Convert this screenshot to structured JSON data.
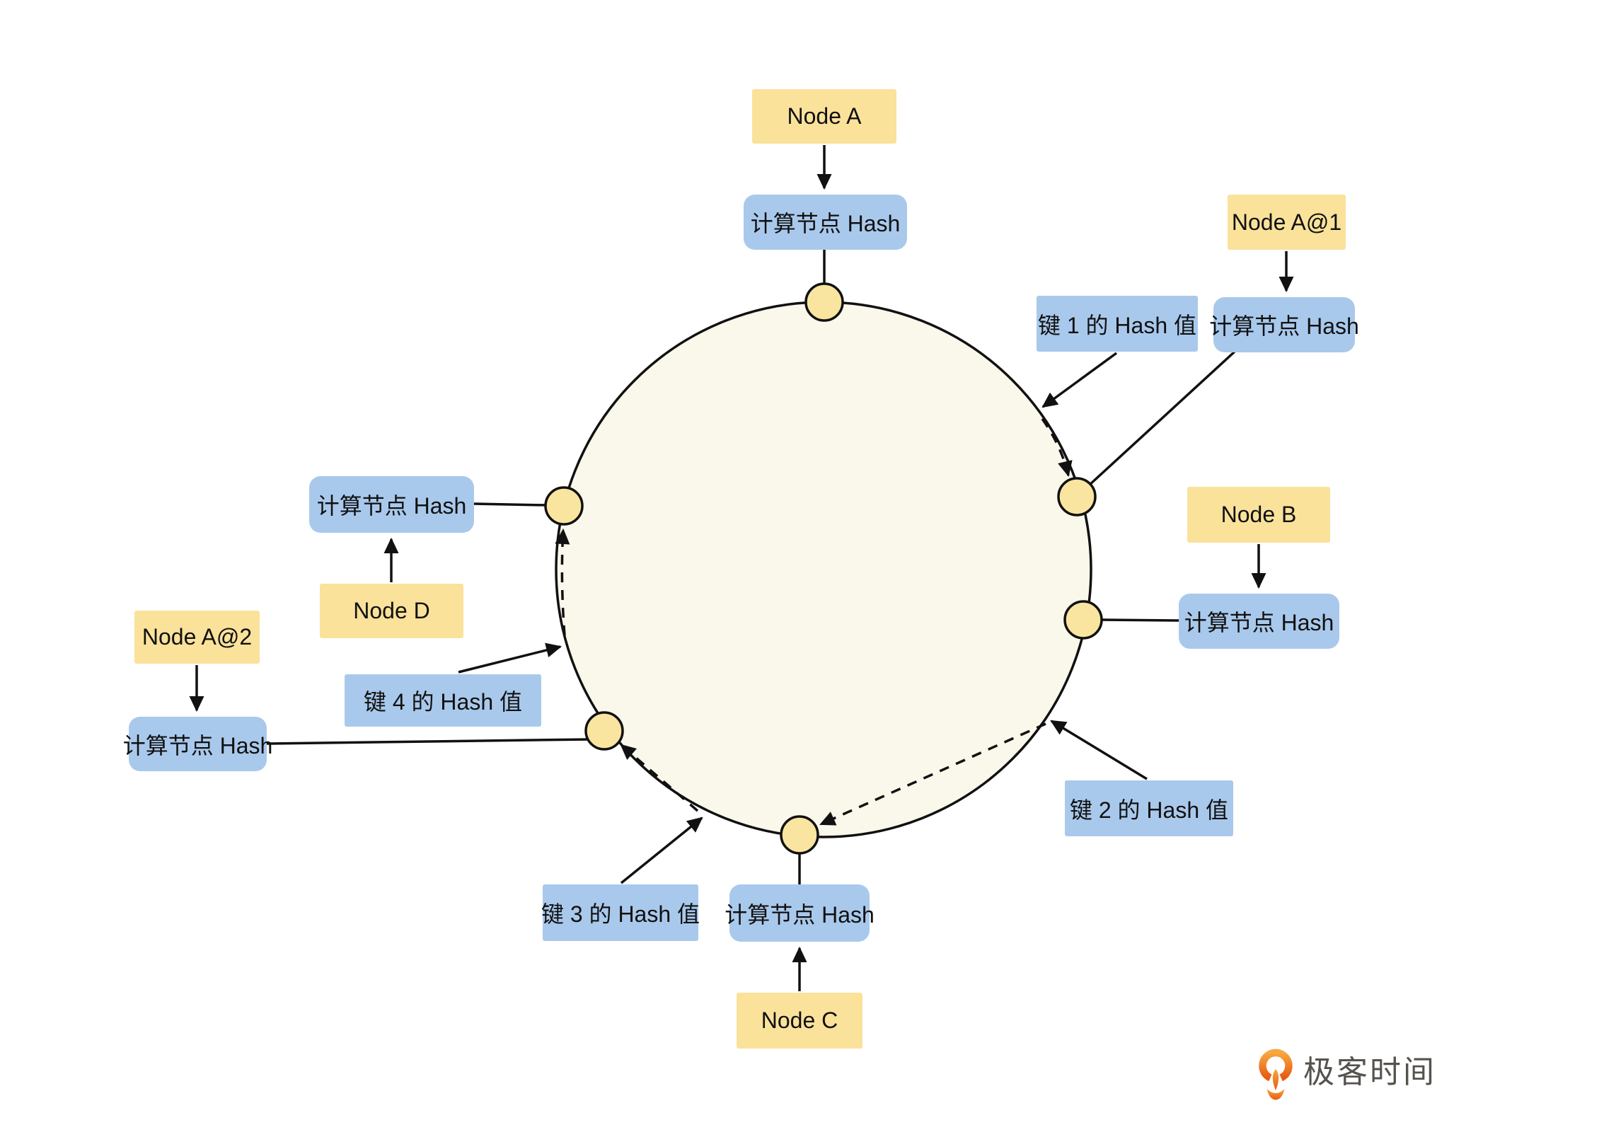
{
  "diagram": {
    "node_boxes": {
      "node_a": {
        "label": "Node A"
      },
      "node_a1": {
        "label": "Node A@1"
      },
      "node_b": {
        "label": "Node B"
      },
      "node_c": {
        "label": "Node C"
      },
      "node_a2": {
        "label": "Node A@2"
      },
      "node_d": {
        "label": "Node D"
      }
    },
    "hash_boxes": {
      "hash_a": {
        "label": "计算节点 Hash"
      },
      "hash_a1": {
        "label": "计算节点 Hash"
      },
      "hash_b": {
        "label": "计算节点 Hash"
      },
      "hash_c": {
        "label": "计算节点 Hash"
      },
      "hash_a2": {
        "label": "计算节点 Hash"
      },
      "hash_d": {
        "label": "计算节点 Hash"
      }
    },
    "key_boxes": {
      "key_1": {
        "label": "键 1 的 Hash 值"
      },
      "key_2": {
        "label": "键 2 的 Hash 值"
      },
      "key_3": {
        "label": "键 3 的 Hash 值"
      },
      "key_4": {
        "label": "键 4 的 Hash 值"
      }
    },
    "ring": {
      "dot_count": 6
    }
  },
  "colors": {
    "node_fill": "#FAE29B",
    "process_fill": "#A9C9EC",
    "ring_fill": "#FAF7EB",
    "dot_fill": "#FAE5A0",
    "line": "#111111",
    "logo_orange_light": "#F7A83F",
    "logo_orange_dark": "#E85A12",
    "logo_text_color": "#56524D"
  },
  "logo": {
    "brand": "极客时间"
  }
}
